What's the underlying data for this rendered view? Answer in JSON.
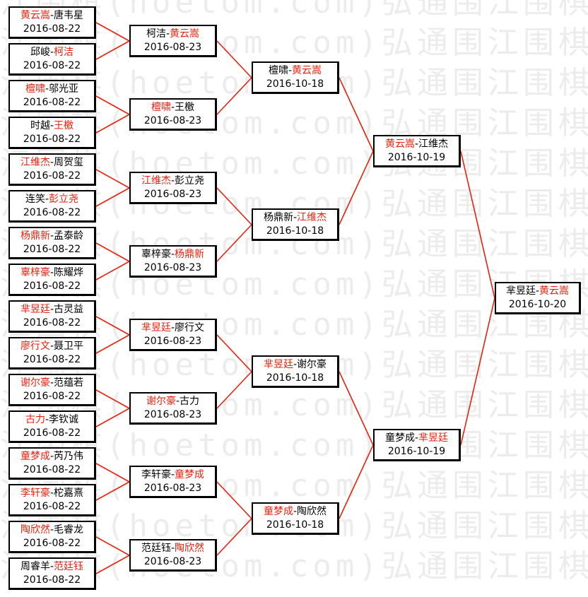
{
  "watermark": "江围棋(hoetom.com)弘通围",
  "colors": {
    "winner": "#e8200c",
    "line": "#e8200c",
    "border": "#000000"
  },
  "rounds": [
    {
      "matches": [
        {
          "p1": "黄云嵩",
          "p2": "唐韦星",
          "winner": 1,
          "date": "2016-08-22"
        },
        {
          "p1": "邱峻",
          "p2": "柯洁",
          "winner": 2,
          "date": "2016-08-22"
        },
        {
          "p1": "檀啸",
          "p2": "邬光亚",
          "winner": 1,
          "date": "2016-08-22"
        },
        {
          "p1": "时越",
          "p2": "王檄",
          "winner": 2,
          "date": "2016-08-22"
        },
        {
          "p1": "江维杰",
          "p2": "周贺玺",
          "winner": 1,
          "date": "2016-08-22"
        },
        {
          "p1": "连笑",
          "p2": "彭立尧",
          "winner": 2,
          "date": "2016-08-22"
        },
        {
          "p1": "杨鼎新",
          "p2": "孟泰龄",
          "winner": 1,
          "date": "2016-08-22"
        },
        {
          "p1": "辜梓豪",
          "p2": "陈耀烨",
          "winner": 1,
          "date": "2016-08-22"
        },
        {
          "p1": "芈昱廷",
          "p2": "古灵益",
          "winner": 1,
          "date": "2016-08-22"
        },
        {
          "p1": "廖行文",
          "p2": "聂卫平",
          "winner": 1,
          "date": "2016-08-22"
        },
        {
          "p1": "谢尔豪",
          "p2": "范蕴若",
          "winner": 1,
          "date": "2016-08-22"
        },
        {
          "p1": "古力",
          "p2": "李钦诚",
          "winner": 1,
          "date": "2016-08-22"
        },
        {
          "p1": "童梦成",
          "p2": "芮乃伟",
          "winner": 1,
          "date": "2016-08-22"
        },
        {
          "p1": "李轩豪",
          "p2": "柁嘉熹",
          "winner": 1,
          "date": "2016-08-22"
        },
        {
          "p1": "陶欣然",
          "p2": "毛睿龙",
          "winner": 1,
          "date": "2016-08-22"
        },
        {
          "p1": "周睿羊",
          "p2": "范廷钰",
          "winner": 2,
          "date": "2016-08-22"
        }
      ]
    },
    {
      "matches": [
        {
          "p1": "柯洁",
          "p2": "黄云嵩",
          "winner": 2,
          "date": "2016-08-23"
        },
        {
          "p1": "檀啸",
          "p2": "王檄",
          "winner": 1,
          "date": "2016-08-23"
        },
        {
          "p1": "江维杰",
          "p2": "彭立尧",
          "winner": 1,
          "date": "2016-08-23"
        },
        {
          "p1": "辜梓豪",
          "p2": "杨鼎新",
          "winner": 2,
          "date": "2016-08-23"
        },
        {
          "p1": "芈昱廷",
          "p2": "廖行文",
          "winner": 1,
          "date": "2016-08-23"
        },
        {
          "p1": "谢尔豪",
          "p2": "古力",
          "winner": 1,
          "date": "2016-08-23"
        },
        {
          "p1": "李轩豪",
          "p2": "童梦成",
          "winner": 2,
          "date": "2016-08-23"
        },
        {
          "p1": "范廷钰",
          "p2": "陶欣然",
          "winner": 2,
          "date": "2016-08-23"
        }
      ]
    },
    {
      "matches": [
        {
          "p1": "檀啸",
          "p2": "黄云嵩",
          "winner": 2,
          "date": "2016-10-18"
        },
        {
          "p1": "杨鼎新",
          "p2": "江维杰",
          "winner": 2,
          "date": "2016-10-18"
        },
        {
          "p1": "芈昱廷",
          "p2": "谢尔豪",
          "winner": 1,
          "date": "2016-10-18"
        },
        {
          "p1": "童梦成",
          "p2": "陶欣然",
          "winner": 1,
          "date": "2016-10-18"
        }
      ]
    },
    {
      "matches": [
        {
          "p1": "黄云嵩",
          "p2": "江维杰",
          "winner": 1,
          "date": "2016-10-19"
        },
        {
          "p1": "童梦成",
          "p2": "芈昱廷",
          "winner": 2,
          "date": "2016-10-19"
        }
      ]
    },
    {
      "matches": [
        {
          "p1": "芈昱廷",
          "p2": "黄云嵩",
          "winner": 2,
          "date": "2016-10-20"
        }
      ]
    }
  ]
}
